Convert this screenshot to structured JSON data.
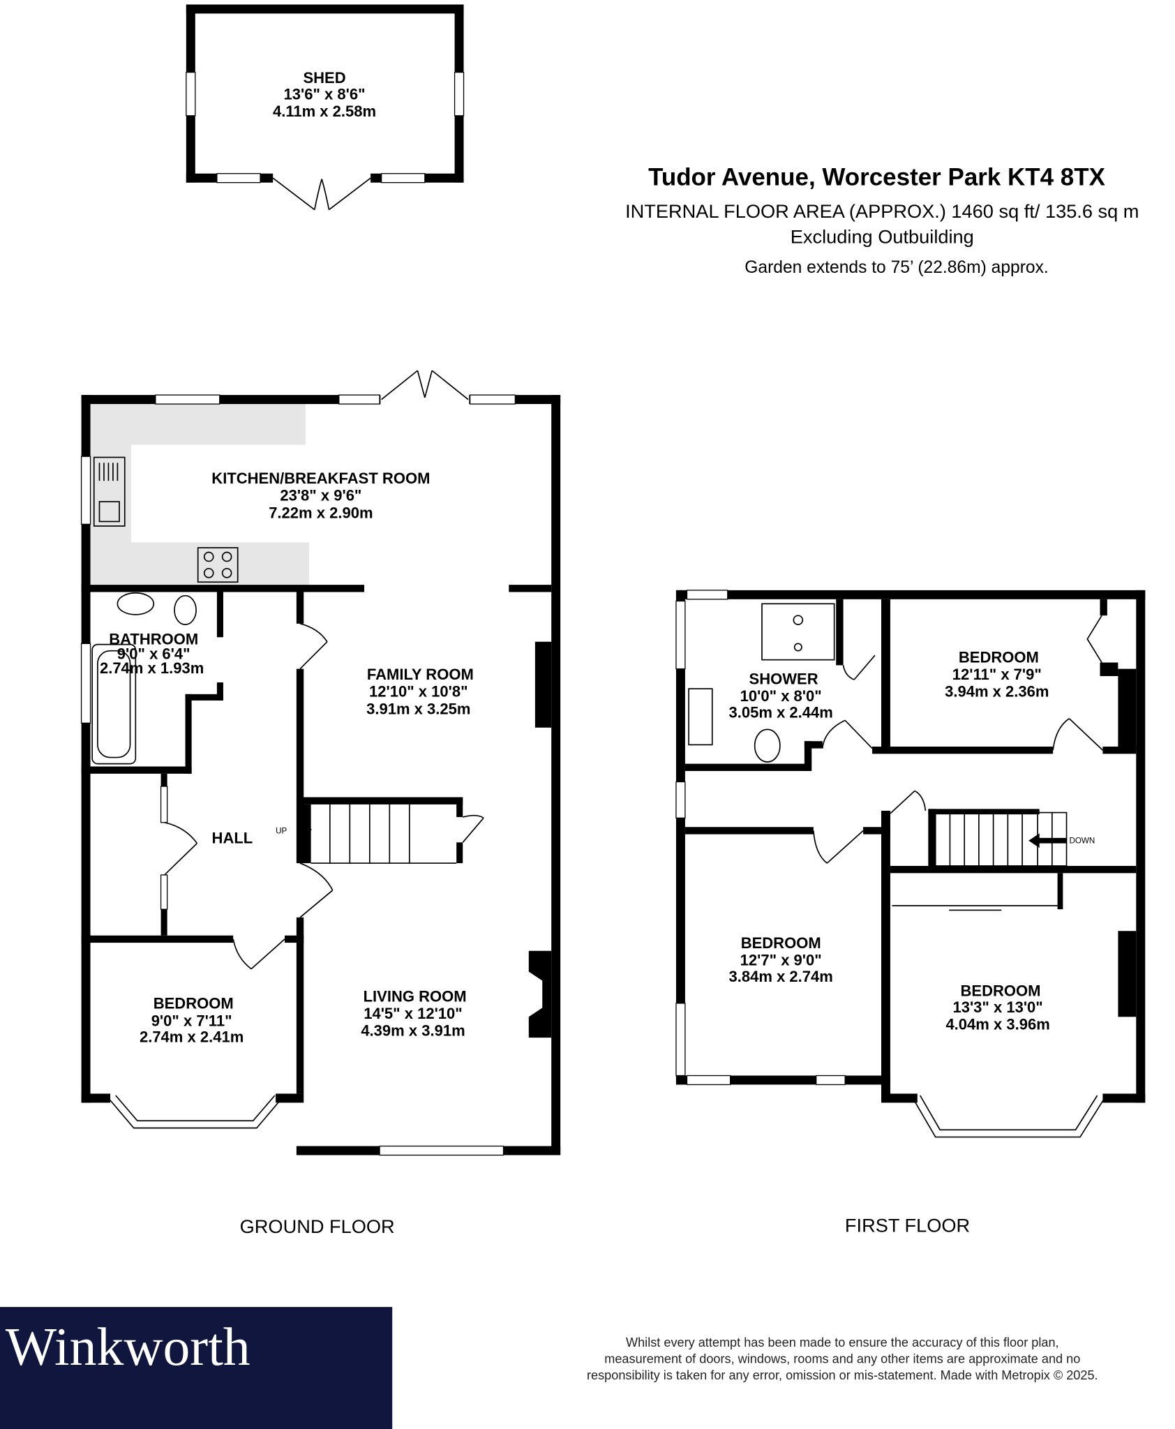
{
  "header": {
    "title": "Tudor Avenue, Worcester Park KT4 8TX",
    "area": "INTERNAL FLOOR AREA (APPROX.) 1460 sq ft/ 135.6 sq m",
    "excluding": "Excluding Outbuilding",
    "garden": "Garden extends to 75’ (22.86m) approx."
  },
  "rooms": {
    "shed": {
      "name": "SHED",
      "imperial": "13'6\"  x 8'6\"",
      "metric": "4.11m  x 2.58m"
    },
    "kitchen": {
      "name": "KITCHEN/BREAKFAST ROOM",
      "imperial": "23'8\"  x 9'6\"",
      "metric": "7.22m  x 2.90m"
    },
    "bathroom": {
      "name": "BATHROOM",
      "imperial": "9'0\"  x 6'4\"",
      "metric": "2.74m  x 1.93m"
    },
    "family": {
      "name": "FAMILY ROOM",
      "imperial": "12'10\"  x 10'8\"",
      "metric": "3.91m  x 3.25m"
    },
    "hall": {
      "name": "HALL"
    },
    "gf_bedroom": {
      "name": "BEDROOM",
      "imperial": "9'0\"  x 7'11\"",
      "metric": "2.74m  x 2.41m"
    },
    "living": {
      "name": "LIVING ROOM",
      "imperial": "14'5\"  x 12'10\"",
      "metric": "4.39m  x 3.91m"
    },
    "shower": {
      "name": "SHOWER",
      "imperial": "10'0\"  x 8'0\"",
      "metric": "3.05m  x 2.44m"
    },
    "ff_bedroom1": {
      "name": "BEDROOM",
      "imperial": "12'11\"  x 7'9\"",
      "metric": "3.94m  x 2.36m"
    },
    "ff_bedroom2": {
      "name": "BEDROOM",
      "imperial": "12'7\"  x 9'0\"",
      "metric": "3.84m  x 2.74m"
    },
    "ff_bedroom3": {
      "name": "BEDROOM",
      "imperial": "13'3\"  x 13'0\"",
      "metric": "4.04m  x 3.96m"
    }
  },
  "stairs": {
    "up": "UP",
    "down": "DOWN"
  },
  "floors": {
    "ground": "GROUND FLOOR",
    "first": "FIRST FLOOR"
  },
  "footer": {
    "brand": "Winkworth",
    "brand_color": "#10163d",
    "disclaimer": [
      "Whilst every attempt has been made to ensure the accuracy of this floor plan,",
      "measurement of doors, windows, rooms and any other items are approximate and no",
      "responsibility is taken for any error, omission or mis-statement. Made with Metropix © 2025."
    ]
  }
}
